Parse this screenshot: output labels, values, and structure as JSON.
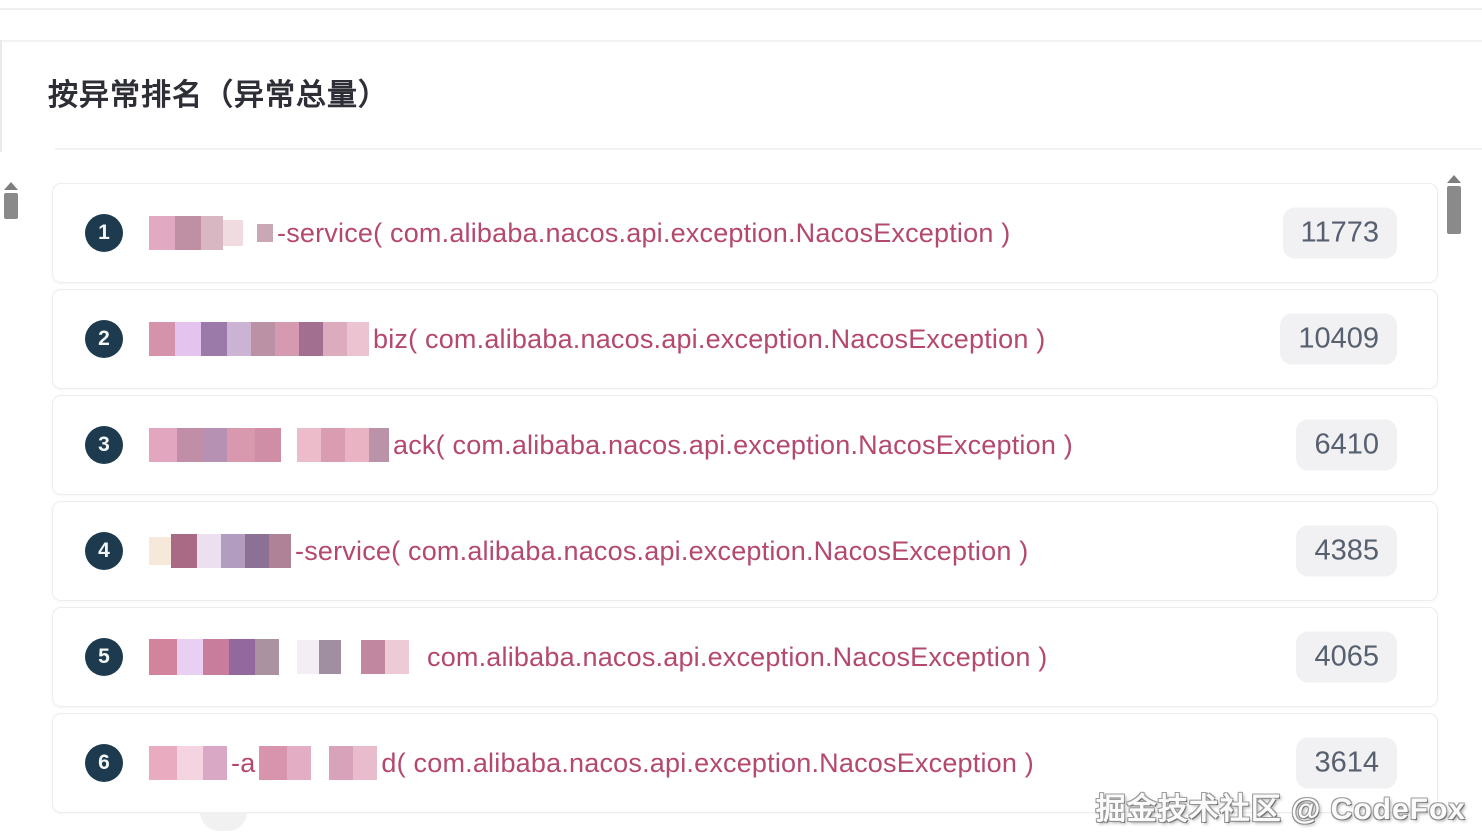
{
  "page": {
    "title": "按异常排名（异常总量）",
    "watermark": "掘金技术社区 @ CodeFox"
  },
  "colors": {
    "exception_text": "#b5486f",
    "rank_badge_bg": "#1d3a4e",
    "count_badge_bg": "#f1f1f3",
    "count_text": "#57606e",
    "card_border": "#ededef"
  },
  "list": {
    "rows": [
      {
        "rank": "1",
        "count": "11773",
        "segments": [
          {
            "type": "blocks",
            "cells": [
              {
                "w": 26,
                "h": 34,
                "c": "#e2a9c2"
              },
              {
                "w": 26,
                "h": 34,
                "c": "#bf8fa3"
              },
              {
                "w": 22,
                "h": 34,
                "c": "#d8b6c2"
              },
              {
                "w": 20,
                "h": 26,
                "c": "#f0dbe1"
              },
              {
                "w": 14,
                "h": 34,
                "c": ""
              },
              {
                "w": 16,
                "h": 18,
                "c": "#c9a7b5"
              }
            ]
          },
          {
            "type": "text",
            "value": "-service( com.alibaba.nacos.api.exception.NacosException )"
          }
        ]
      },
      {
        "rank": "2",
        "count": "10409",
        "segments": [
          {
            "type": "blocks",
            "cells": [
              {
                "w": 26,
                "h": 34,
                "c": "#d593ab"
              },
              {
                "w": 26,
                "h": 34,
                "c": "#e4c3ee"
              },
              {
                "w": 26,
                "h": 34,
                "c": "#9b79a8"
              },
              {
                "w": 24,
                "h": 34,
                "c": "#cab3d3"
              },
              {
                "w": 24,
                "h": 34,
                "c": "#bb91a5"
              },
              {
                "w": 24,
                "h": 34,
                "c": "#d59ab0"
              },
              {
                "w": 24,
                "h": 34,
                "c": "#a26f90"
              },
              {
                "w": 24,
                "h": 34,
                "c": "#ddabbe"
              },
              {
                "w": 22,
                "h": 34,
                "c": "#ecc3d1"
              }
            ]
          },
          {
            "type": "text",
            "value": "biz( com.alibaba.nacos.api.exception.NacosException )"
          }
        ]
      },
      {
        "rank": "3",
        "count": "6410",
        "segments": [
          {
            "type": "blocks",
            "cells": [
              {
                "w": 28,
                "h": 34,
                "c": "#e2a7be"
              },
              {
                "w": 26,
                "h": 34,
                "c": "#c08ea6"
              },
              {
                "w": 24,
                "h": 34,
                "c": "#b791b4"
              },
              {
                "w": 28,
                "h": 34,
                "c": "#d898ae"
              },
              {
                "w": 26,
                "h": 34,
                "c": "#cf8ea6"
              },
              {
                "w": 16,
                "h": 34,
                "c": ""
              },
              {
                "w": 24,
                "h": 34,
                "c": "#edbccb"
              },
              {
                "w": 24,
                "h": 34,
                "c": "#da9cb0"
              },
              {
                "w": 24,
                "h": 34,
                "c": "#eab3c3"
              },
              {
                "w": 20,
                "h": 34,
                "c": "#bb93a8"
              }
            ]
          },
          {
            "type": "text",
            "value": "ack( com.alibaba.nacos.api.exception.NacosException )"
          }
        ]
      },
      {
        "rank": "4",
        "count": "4385",
        "segments": [
          {
            "type": "blocks",
            "cells": [
              {
                "w": 22,
                "h": 28,
                "c": "#f6e9da"
              },
              {
                "w": 26,
                "h": 34,
                "c": "#a86a84"
              },
              {
                "w": 24,
                "h": 34,
                "c": "#ece0f0"
              },
              {
                "w": 24,
                "h": 34,
                "c": "#b29cc0"
              },
              {
                "w": 24,
                "h": 34,
                "c": "#8d7194"
              },
              {
                "w": 22,
                "h": 34,
                "c": "#b08298"
              }
            ]
          },
          {
            "type": "text",
            "value": "-service( com.alibaba.nacos.api.exception.NacosException )"
          }
        ]
      },
      {
        "rank": "5",
        "count": "4065",
        "segments": [
          {
            "type": "blocks",
            "cells": [
              {
                "w": 28,
                "h": 36,
                "c": "#d2849c"
              },
              {
                "w": 26,
                "h": 36,
                "c": "#e9d0f2"
              },
              {
                "w": 26,
                "h": 36,
                "c": "#c77d9b"
              },
              {
                "w": 26,
                "h": 36,
                "c": "#92689f"
              },
              {
                "w": 24,
                "h": 36,
                "c": "#ab92a0"
              },
              {
                "w": 18,
                "h": 36,
                "c": ""
              },
              {
                "w": 22,
                "h": 34,
                "c": "#f2eef4"
              },
              {
                "w": 22,
                "h": 34,
                "c": "#a08fa0"
              },
              {
                "w": 20,
                "h": 34,
                "c": ""
              },
              {
                "w": 24,
                "h": 34,
                "c": "#c187a0"
              },
              {
                "w": 24,
                "h": 34,
                "c": "#eec9d6"
              },
              {
                "w": 14,
                "h": 34,
                "c": ""
              }
            ]
          },
          {
            "type": "text",
            "value": "com.alibaba.nacos.api.exception.NacosException )"
          }
        ]
      },
      {
        "rank": "6",
        "count": "3614",
        "segments": [
          {
            "type": "blocks",
            "cells": [
              {
                "w": 28,
                "h": 34,
                "c": "#e8abc0"
              },
              {
                "w": 26,
                "h": 34,
                "c": "#f4d4e0"
              },
              {
                "w": 24,
                "h": 34,
                "c": "#d8a8c4"
              }
            ]
          },
          {
            "type": "text",
            "value": "-a"
          },
          {
            "type": "blocks",
            "cells": [
              {
                "w": 28,
                "h": 34,
                "c": "#d794ac"
              },
              {
                "w": 24,
                "h": 34,
                "c": "#e3aec4"
              },
              {
                "w": 18,
                "h": 34,
                "c": ""
              },
              {
                "w": 24,
                "h": 34,
                "c": "#d8a2ba"
              },
              {
                "w": 24,
                "h": 34,
                "c": "#e9bccd"
              }
            ]
          },
          {
            "type": "text",
            "value": "d( com.alibaba.nacos.api.exception.NacosException )"
          }
        ]
      }
    ]
  }
}
